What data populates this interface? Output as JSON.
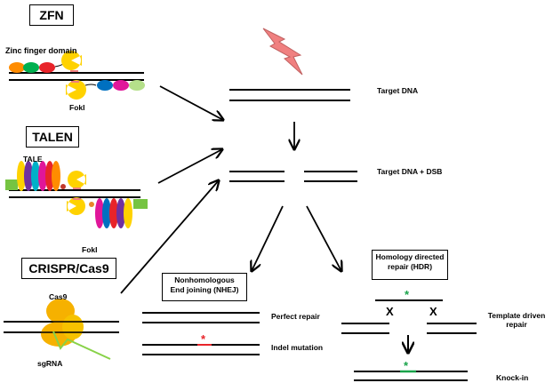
{
  "platforms": {
    "zfn": {
      "title": "ZFN",
      "domain_label": "Zinc finger domain",
      "nuclease_label": "FokI"
    },
    "talen": {
      "title": "TALEN",
      "repeat_label": "TALE",
      "nuclease_label": "FokI"
    },
    "crispr": {
      "title": "CRISPR/Cas9",
      "protein_label": "Cas9",
      "guide_label": "sgRNA"
    }
  },
  "flow": {
    "target_dna": "Target DNA",
    "target_dsb": "Target DNA + DSB"
  },
  "nhej": {
    "title_line1": "Nonhomologous",
    "title_line2": "End joining (NHEJ)",
    "perfect_repair": "Perfect repair",
    "indel": "Indel mutation",
    "mark": "*"
  },
  "hdr": {
    "title_line1": "Homology directed",
    "title_line2": "repair (HDR)",
    "template_line1": "Template driven",
    "template_line2": "repair",
    "crossover_left": "X",
    "crossover_right": "X",
    "knock_in": "Knock-in",
    "mark": "*"
  },
  "colors": {
    "red": "#e8242a",
    "green": "#19a34a",
    "yellow": "#ffd200",
    "blue": "#0070c0",
    "magenta": "#e0169a",
    "purple": "#7030a0",
    "lightgreen": "#99d56a",
    "orange": "#ffa500",
    "cas9": "#f6b100",
    "lightning": "#f08080"
  }
}
